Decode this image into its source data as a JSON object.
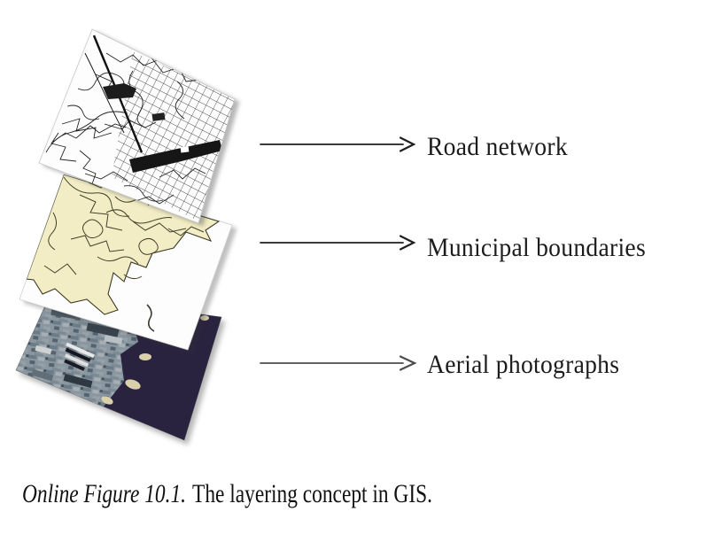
{
  "figure": {
    "layer_labels": [
      {
        "label": "Road network"
      },
      {
        "label": "Municipal boundaries"
      },
      {
        "label": "Aerial photographs"
      }
    ],
    "caption": {
      "figure_label": "Online Figure 10.1.",
      "text": "The layering concept in GIS."
    },
    "colors": {
      "municipal_fill": "#f2edc5",
      "sea_fill": "#2a2340",
      "urban_fill": "#8a97a0",
      "sheet_fill": "#fdfdfd",
      "ink": "#1c1c1c",
      "arrow_dark": "#1f1f1f",
      "arrow_gray": "#4d4d4d"
    }
  }
}
